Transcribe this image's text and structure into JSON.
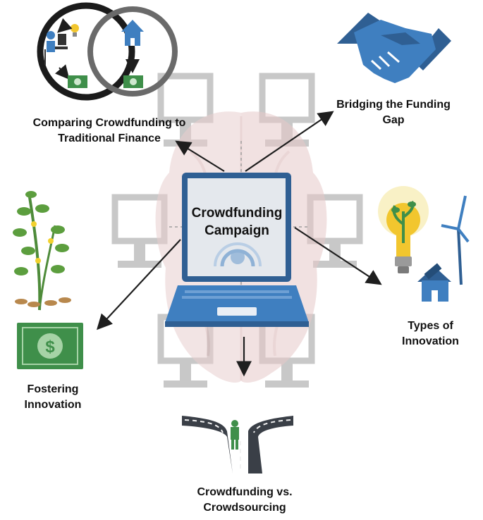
{
  "center": {
    "line1": "Crowdfunding",
    "line2": "Campaign"
  },
  "nodes": {
    "comparing": {
      "line1": "Comparing Crowdfunding to",
      "line2": "Traditional Finance"
    },
    "bridging": {
      "line1": "Bridging the Funding",
      "line2": "Gap"
    },
    "types": {
      "line1": "Types of Innovation"
    },
    "fostering": {
      "line1": "Fostering Innovation"
    },
    "versus": {
      "line1": "Crowdfunding vs.",
      "line2": "Crowdsourcing"
    }
  },
  "icons": {
    "comparing": "venn-finance-icon",
    "bridging": "handshake-icon",
    "types": "lightbulb-plant-house-windmill-icon",
    "fostering": "plant-money-icon",
    "versus": "crossroads-person-icon"
  },
  "colors": {
    "laptop_blue": "#3f7fc0",
    "laptop_dark": "#2f5f93",
    "brain_pink": "#e9cfcf",
    "money_green": "#3f8f4a",
    "arrow": "#1e1e1e",
    "monitor_gray": "#bdbdbd"
  }
}
